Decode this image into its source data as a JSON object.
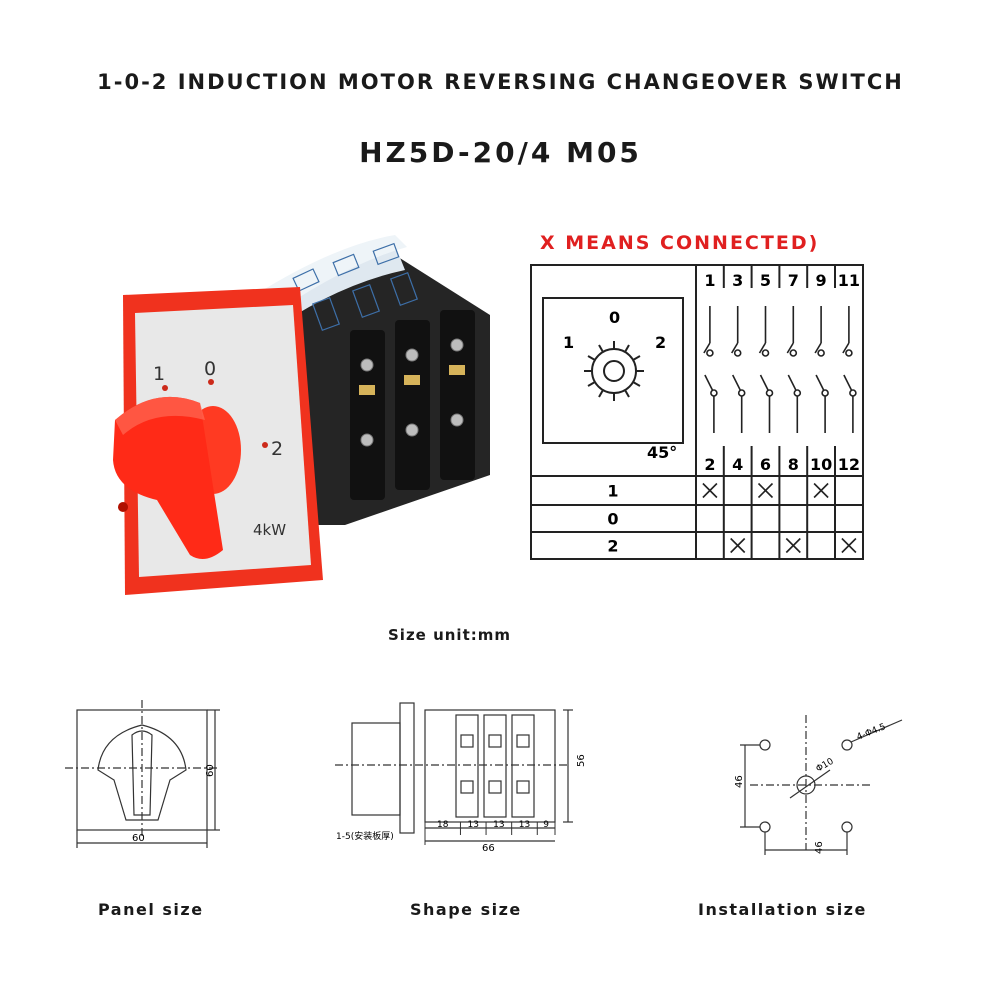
{
  "header": {
    "title": "1-0-2 INDUCTION MOTOR REVERSING CHANGEOVER SWITCH",
    "model": "HZ5D-20/4 M05"
  },
  "product": {
    "positions": [
      "1",
      "0",
      "2"
    ],
    "rating": "4kW",
    "colors": {
      "knob": "#ff2a17",
      "frame": "#f0321e",
      "panel": "#e6e6e6",
      "body": "#2a2a2a"
    }
  },
  "wiring": {
    "legend": "X MEANS CONNECTED)",
    "dial_labels": {
      "left": "1",
      "top": "0",
      "right": "2"
    },
    "angle": "45°",
    "top_terminals": [
      "1",
      "3",
      "5",
      "7",
      "9",
      "11"
    ],
    "bottom_terminals": [
      "2",
      "4",
      "6",
      "8",
      "10",
      "12"
    ],
    "rows": [
      {
        "position": "1",
        "connected": [
          true,
          false,
          true,
          false,
          true,
          false
        ]
      },
      {
        "position": "0",
        "connected": [
          false,
          false,
          false,
          false,
          false,
          false
        ]
      },
      {
        "position": "2",
        "connected": [
          false,
          true,
          false,
          true,
          false,
          true
        ]
      }
    ],
    "mark": "X"
  },
  "dimensions": {
    "unit_label": "Size unit:mm",
    "panel": {
      "caption": "Panel size",
      "width": "60",
      "height": "60"
    },
    "shape": {
      "caption": "Shape size",
      "height": "56",
      "segments": [
        "18",
        "13",
        "13",
        "13",
        "9"
      ],
      "total": "66",
      "mount_note": "1-5(安装板厚)"
    },
    "installation": {
      "caption": "Installation size",
      "holes": "4-Φ4.5",
      "center": "Φ10",
      "vertical": "46",
      "horizontal": "46"
    }
  }
}
